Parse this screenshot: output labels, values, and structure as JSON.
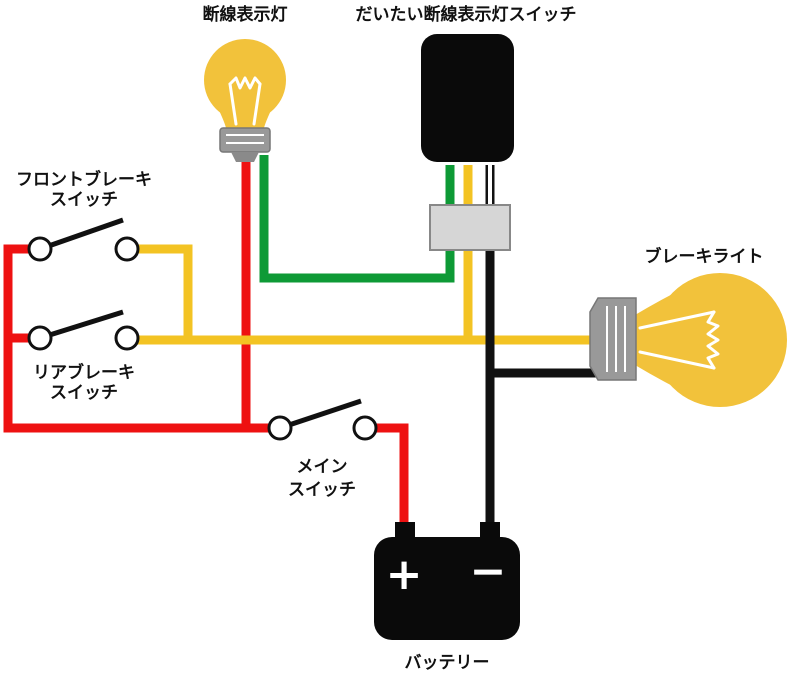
{
  "labels": {
    "indicator_lamp": "断線表示灯",
    "indicator_switch": "だいたい断線表示灯スイッチ",
    "front_brake_switch_line1": "フロントブレーキ",
    "front_brake_switch_line2": "スイッチ",
    "rear_brake_switch_line1": "リアブレーキ",
    "rear_brake_switch_line2": "スイッチ",
    "brake_light": "ブレーキライト",
    "main_switch_line1": "メイン",
    "main_switch_line2": "スイッチ",
    "battery": "バッテリー"
  },
  "battery_terminals": {
    "positive": "+",
    "negative": "−"
  },
  "colors": {
    "red_wire": "#ee1111",
    "yellow_wire": "#f3c323",
    "green_wire": "#0e9a36",
    "black_wire": "#111111",
    "bulb_glass": "#f2c23b",
    "bulb_base": "#999999",
    "connector": "#d6d6d6"
  },
  "icons": {
    "indicator_lamp": "light-bulb-icon",
    "brake_light": "light-bulb-icon",
    "battery": "battery-icon",
    "indicator_switch": "switch-module-icon"
  }
}
